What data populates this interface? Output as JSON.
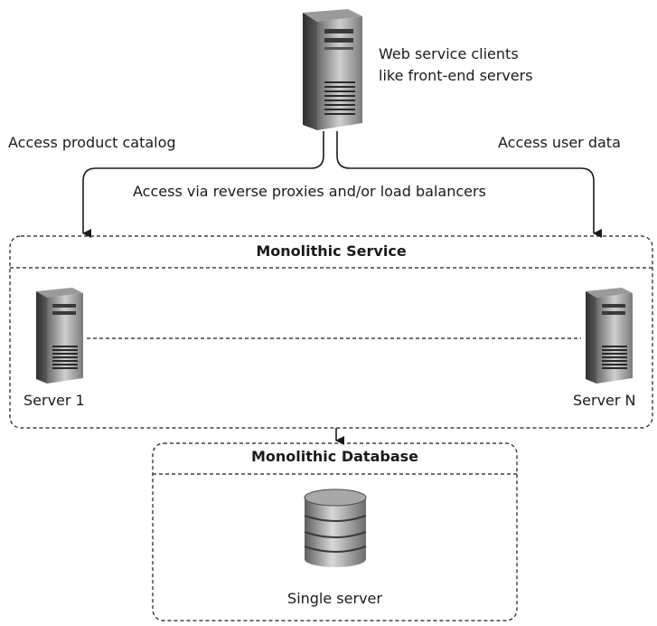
{
  "clients": {
    "label_line1": "Web service clients",
    "label_line2": "like front-end servers",
    "icon": "server-tower-icon"
  },
  "edges": {
    "left": "Access product catalog",
    "right": "Access user data",
    "middle": "Access via reverse proxies and/or load balancers"
  },
  "service": {
    "title": "Monolithic Service",
    "server_first": "Server 1",
    "server_last": "Server N",
    "icon": "server-tower-icon"
  },
  "database": {
    "title": "Monolithic Database",
    "label": "Single server",
    "icon": "database-cylinder-icon"
  }
}
